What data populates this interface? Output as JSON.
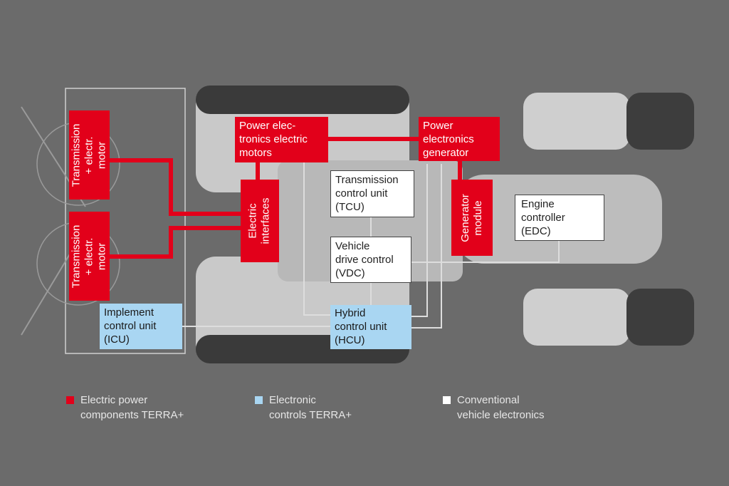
{
  "colors": {
    "background": "#6b6b6b",
    "electric_power": "#e2001a",
    "electronic_controls": "#a9d6f2",
    "conventional": "#ffffff"
  },
  "components": {
    "transmission_top": "Transmission\n+ electr. motor",
    "transmission_bottom": "Transmission\n+ electr. motor",
    "power_electronics_motors": "Power elec-\ntronics electric\nmotors",
    "power_electronics_generator": "Power\nelectronics\ngenerator",
    "electric_interfaces": "Electric\ninterfaces",
    "generator_module": "Generator\nmodule",
    "tcu": "Transmission\ncontrol unit\n(TCU)",
    "vdc": "Vehicle\ndrive control\n(VDC)",
    "edc": "Engine\ncontroller\n(EDC)",
    "hcu": "Hybrid\ncontrol unit\n(HCU)",
    "icu": "Implement\ncontrol unit\n(ICU)"
  },
  "legend": [
    {
      "label": "Electric power\ncomponents TERRA+",
      "color": "#e2001a"
    },
    {
      "label": "Electronic\ncontrols TERRA+",
      "color": "#a9d6f2"
    },
    {
      "label": "Conventional\nvehicle electronics",
      "color": "#ffffff"
    }
  ]
}
